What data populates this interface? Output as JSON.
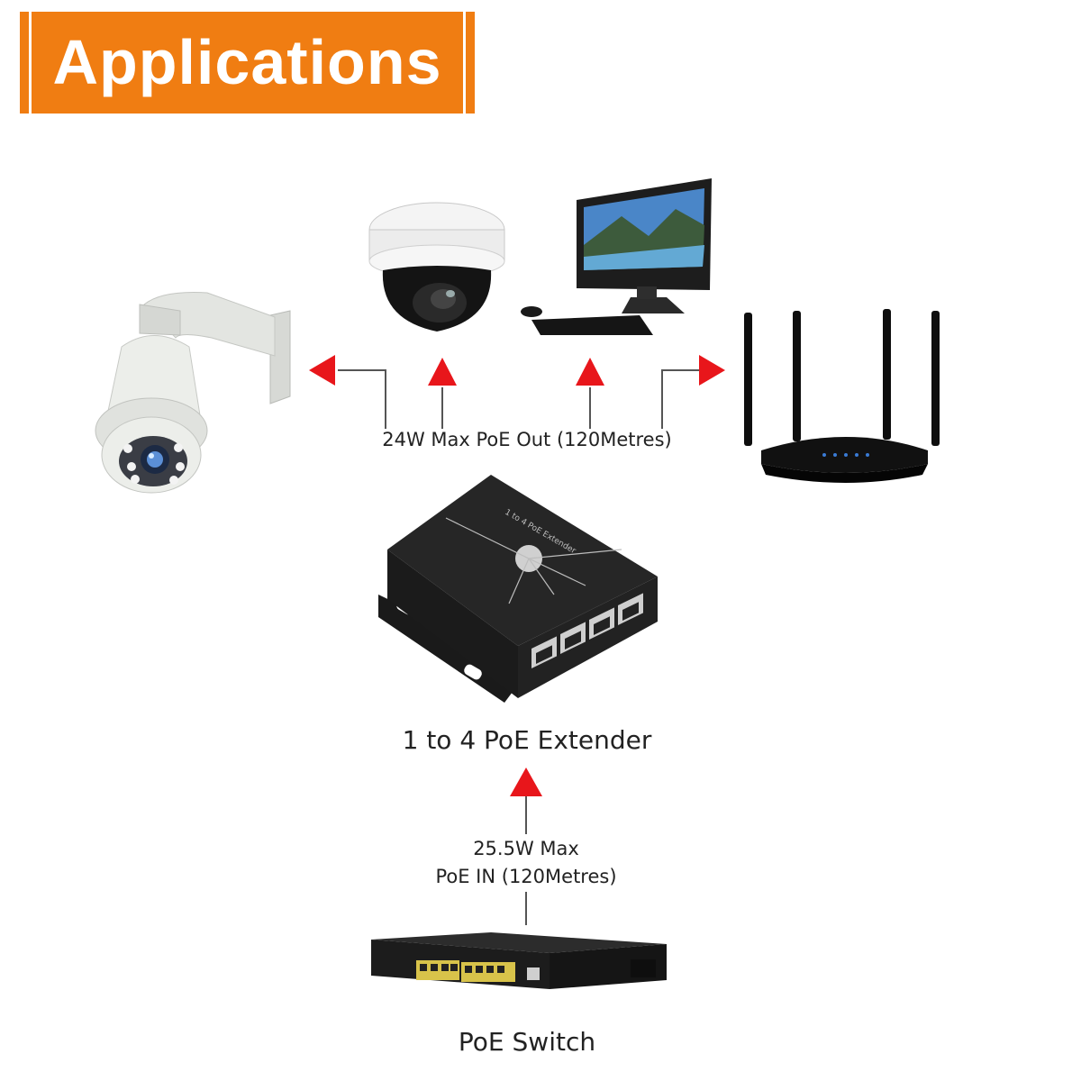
{
  "header": {
    "title": "Applications"
  },
  "labels": {
    "poe_out": "24W Max PoE Out (120Metres)",
    "extender": "1 to 4 PoE Extender",
    "poe_in_line1": "25.5W Max",
    "poe_in_line2": "PoE IN (120Metres)",
    "switch": "PoE Switch"
  },
  "devices": {
    "ptz_camera": "ptz-camera",
    "dome_camera": "dome-camera",
    "computer": "desktop-computer",
    "router": "wifi-router",
    "extender": "poe-extender",
    "switch": "poe-switch"
  },
  "extender_box_text": "1 to 4 PoE Extender",
  "colors": {
    "banner": "#f07d12",
    "arrow": "#e8161b",
    "line": "#555555",
    "device": "#1c1c1c"
  }
}
